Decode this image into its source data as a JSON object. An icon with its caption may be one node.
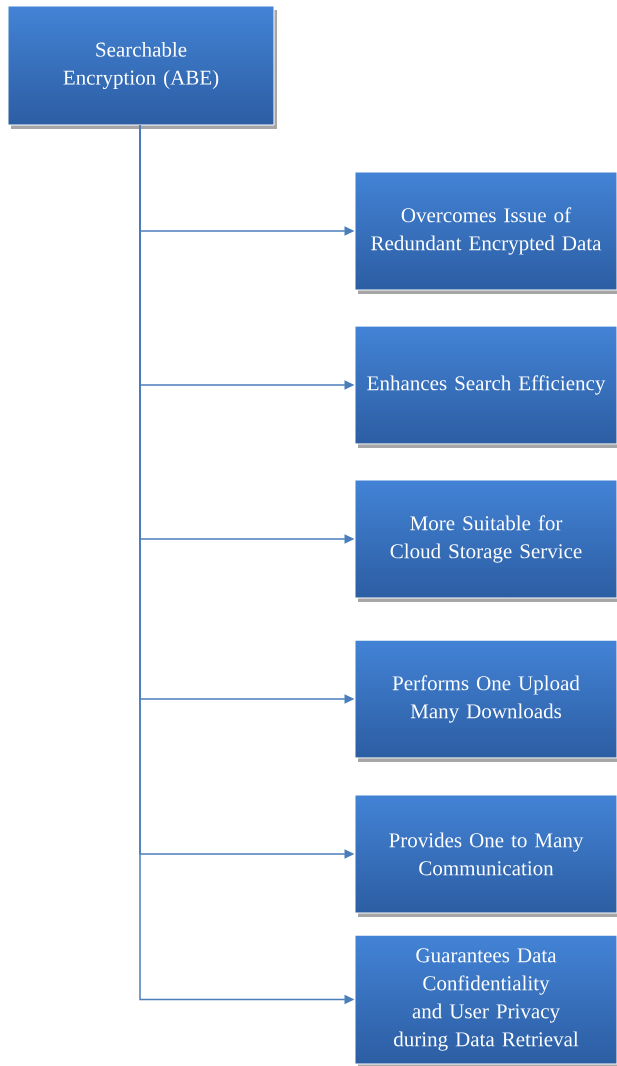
{
  "diagram": {
    "nodes": [
      {
        "text": [
          "Searchable Encryption (ABE)"
        ]
      },
      {
        "text": [
          "Overcomes Issue of Redundant Encrypted Data"
        ]
      },
      {
        "text": [
          "Enhances Search Efficiency"
        ]
      },
      {
        "text": [
          "More Suitable for Cloud Storage Service"
        ]
      },
      {
        "text": [
          "Performs One Upload Many Downloads"
        ]
      },
      {
        "text": [
          "Provides One to Many Communication"
        ]
      },
      {
        "text": [
          "Guarantees Data Confidentiality and User Privacy during Data Retrieval"
        ]
      }
    ],
    "edges": [
      {
        "from": 0,
        "to": 1,
        "arrow": "to"
      },
      {
        "from": 0,
        "to": 2,
        "arrow": "to"
      },
      {
        "from": 0,
        "to": 3,
        "arrow": "to"
      },
      {
        "from": 0,
        "to": 4,
        "arrow": "to"
      },
      {
        "from": 0,
        "to": 5,
        "arrow": "to"
      },
      {
        "from": 0,
        "to": 6,
        "arrow": "to"
      }
    ]
  }
}
